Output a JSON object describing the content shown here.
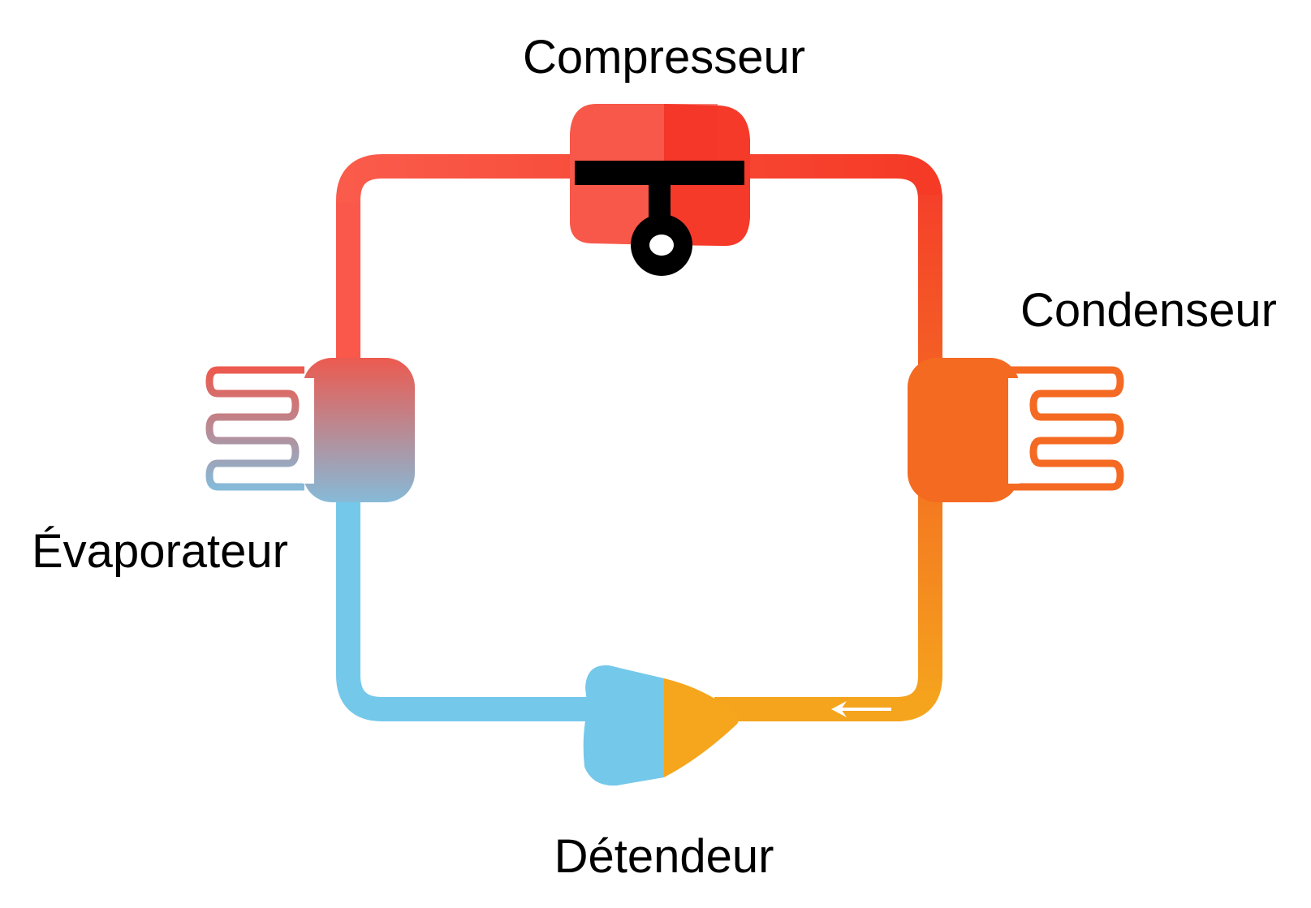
{
  "labels": {
    "compressor": "Compresseur",
    "condenser": "Condenseur",
    "evaporator": "Évaporateur",
    "expansion_valve": "Détendeur"
  },
  "colors": {
    "hot_red": "#f53b2a",
    "hot_light": "#fa5a4a",
    "orange": "#f46a20",
    "amber": "#f5a11e",
    "cold_blue": "#74c8ea",
    "evaporator_top": "#ea5d52",
    "evaporator_bottom": "#88b6d4",
    "piston": "#000000"
  }
}
